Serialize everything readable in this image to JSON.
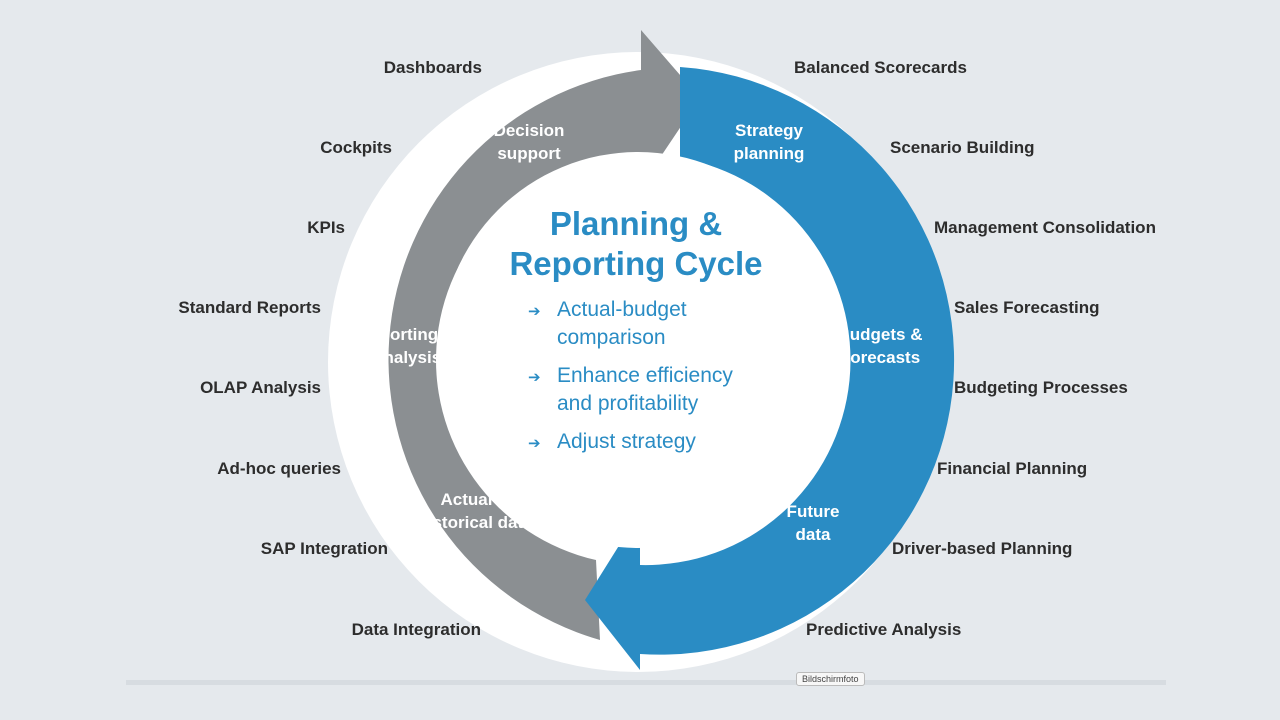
{
  "center": {
    "title_line1": "Planning &",
    "title_line2": "Reporting Cycle",
    "bullets": [
      {
        "line1": "Actual-budget",
        "line2": "comparison"
      },
      {
        "line1": "Enhance efficiency",
        "line2": "and profitability"
      },
      {
        "line1": "Adjust strategy",
        "line2": ""
      }
    ],
    "arrow_glyph": "➔"
  },
  "gray_arc": {
    "labels": [
      {
        "line1": "Decision",
        "line2": "support"
      },
      {
        "line1": "Reporting",
        "line2": "& Analysis"
      },
      {
        "line1": "Actual &",
        "line2": "historical data"
      }
    ]
  },
  "blue_arc": {
    "labels": [
      {
        "line1": "Strategy",
        "line2": "planning"
      },
      {
        "line1": "Budgets &",
        "line2": "Forecasts"
      },
      {
        "line1": "Future",
        "line2": "data"
      }
    ]
  },
  "left_items": [
    "Dashboards",
    "Cockpits",
    "KPIs",
    "Standard Reports",
    "OLAP Analysis",
    "Ad-hoc queries",
    "SAP Integration",
    "Data Integration"
  ],
  "right_items": [
    "Balanced Scorecards",
    "Scenario Building",
    "Management Consolidation",
    "Sales Forecasting",
    "Budgeting Processes",
    "Financial Planning",
    "Driver-based Planning",
    "Predictive Analysis"
  ],
  "stamp": "Bildschirmfoto",
  "colors": {
    "background": "#e5e9ed",
    "gray_arrow": "#8b8f92",
    "blue_arrow": "#2a8cc4",
    "center_text": "#2a8cc4",
    "side_text": "#2d2d2d"
  }
}
